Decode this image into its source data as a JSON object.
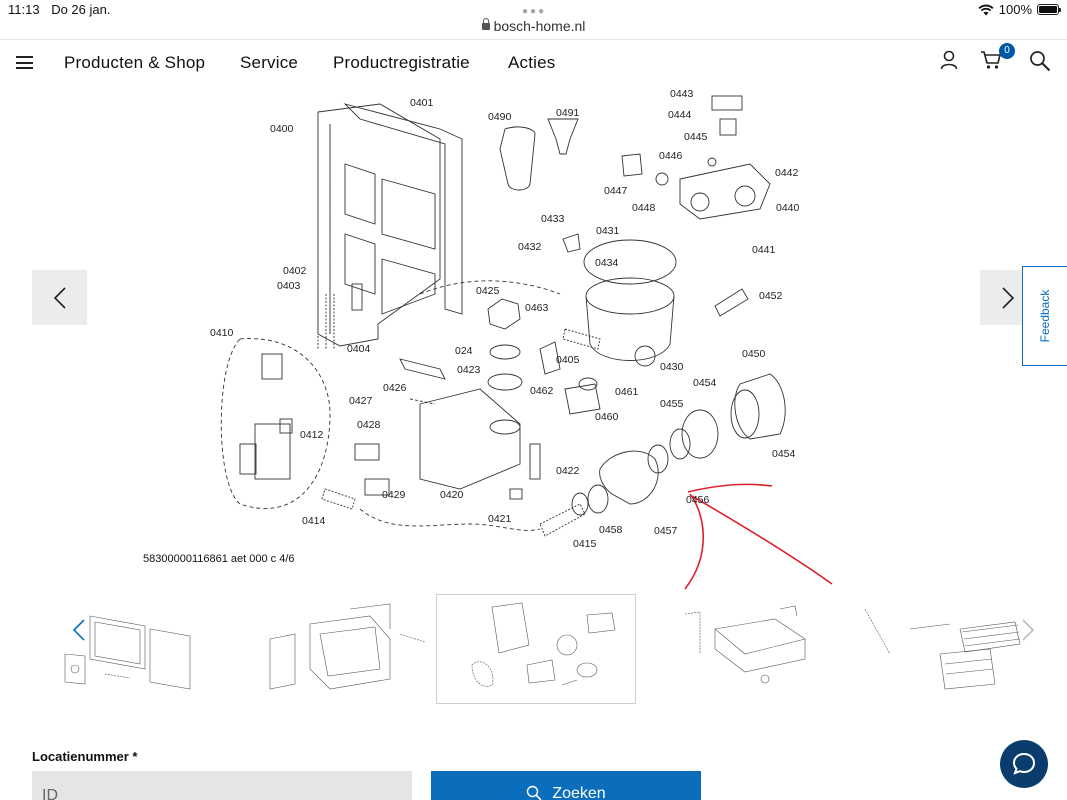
{
  "status_bar": {
    "time": "11:13",
    "date": "Do 26 jan.",
    "url": "bosch-home.nl",
    "battery": "100%"
  },
  "nav": {
    "items": [
      {
        "label": "Producten & Shop"
      },
      {
        "label": "Service"
      },
      {
        "label": "Productregistratie"
      },
      {
        "label": "Acties"
      }
    ],
    "cart_count": "0"
  },
  "icons": {
    "menu": "hamburger-icon",
    "account": "user-icon",
    "cart": "cart-icon",
    "search": "search-icon",
    "prev": "chevron-left-icon",
    "next": "chevron-right-icon",
    "chat": "chat-bubble-icon"
  },
  "colors": {
    "brand_blue": "#0a6ebd",
    "chat_navy": "#0a3d6e",
    "annotation_red": "#e0202a"
  },
  "diagram": {
    "labels": {
      "p0400": "0400",
      "p0401": "0401",
      "p0402": "0402",
      "p0403": "0403",
      "p0404": "0404",
      "p0410": "0410",
      "p0412": "0412",
      "p0414": "0414",
      "p0415": "0415",
      "p0420": "0420",
      "p0421": "0421",
      "p0422": "0422",
      "p0423": "0423",
      "p024": "024",
      "p0425": "0425",
      "p0426": "0426",
      "p0427": "0427",
      "p0428": "0428",
      "p0429": "0429",
      "p0430": "0430",
      "p0431": "0431",
      "p0432": "0432",
      "p0433": "0433",
      "p0434": "0434",
      "p0440": "0440",
      "p0441": "0441",
      "p0442": "0442",
      "p0443": "0443",
      "p0444": "0444",
      "p0445": "0445",
      "p0446": "0446",
      "p0447": "0447",
      "p0448": "0448",
      "p0450": "0450",
      "p0452": "0452",
      "p0454a": "0454",
      "p0454b": "0454",
      "p0455": "0455",
      "p0456": "0456",
      "p0457": "0457",
      "p0458": "0458",
      "p0460": "0460",
      "p0461": "0461",
      "p0462": "0462",
      "p0463": "0463",
      "p0490": "0490",
      "p0491": "0491",
      "p0405": "0405"
    },
    "caption": "58300000116861 aet 000 c 4/6"
  },
  "feedback_label": "Feedback",
  "location": {
    "label": "Locatienummer *",
    "placeholder": "ID",
    "search_label": "Zoeken"
  }
}
